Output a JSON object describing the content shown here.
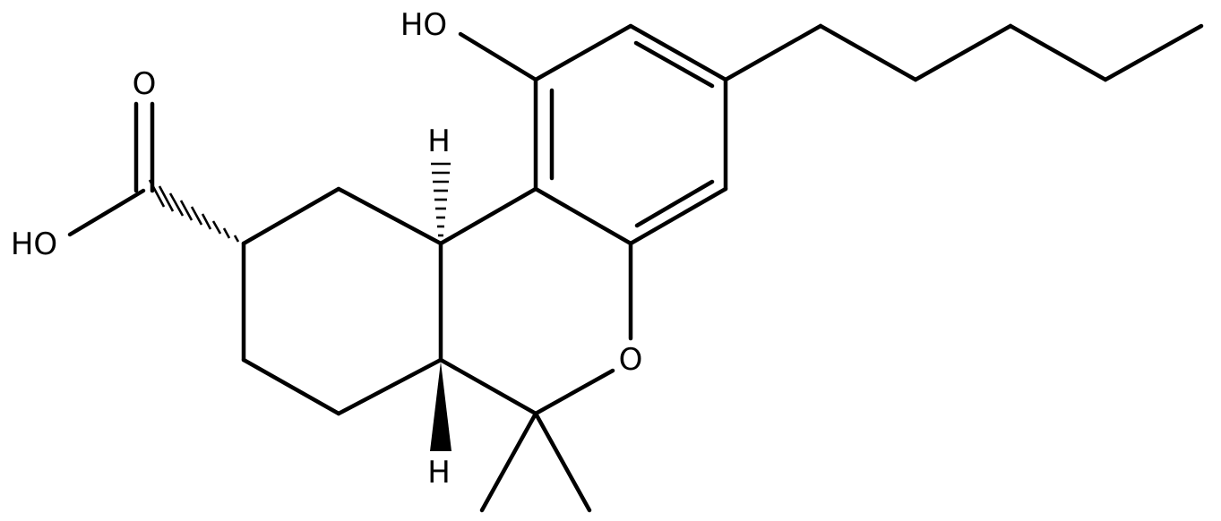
{
  "molecule": {
    "atom_labels": [
      {
        "id": "hydroxyl-top",
        "text": "HO"
      },
      {
        "id": "carbonyl-oxygen",
        "text": "O"
      },
      {
        "id": "acid-hydroxyl",
        "text": "HO"
      },
      {
        "id": "ring-oxygen",
        "text": "O"
      },
      {
        "id": "stereo-h-top",
        "text": "H"
      },
      {
        "id": "stereo-h-bottom",
        "text": "H"
      }
    ]
  },
  "colors": {
    "ink": "#000000",
    "background": "#ffffff"
  }
}
